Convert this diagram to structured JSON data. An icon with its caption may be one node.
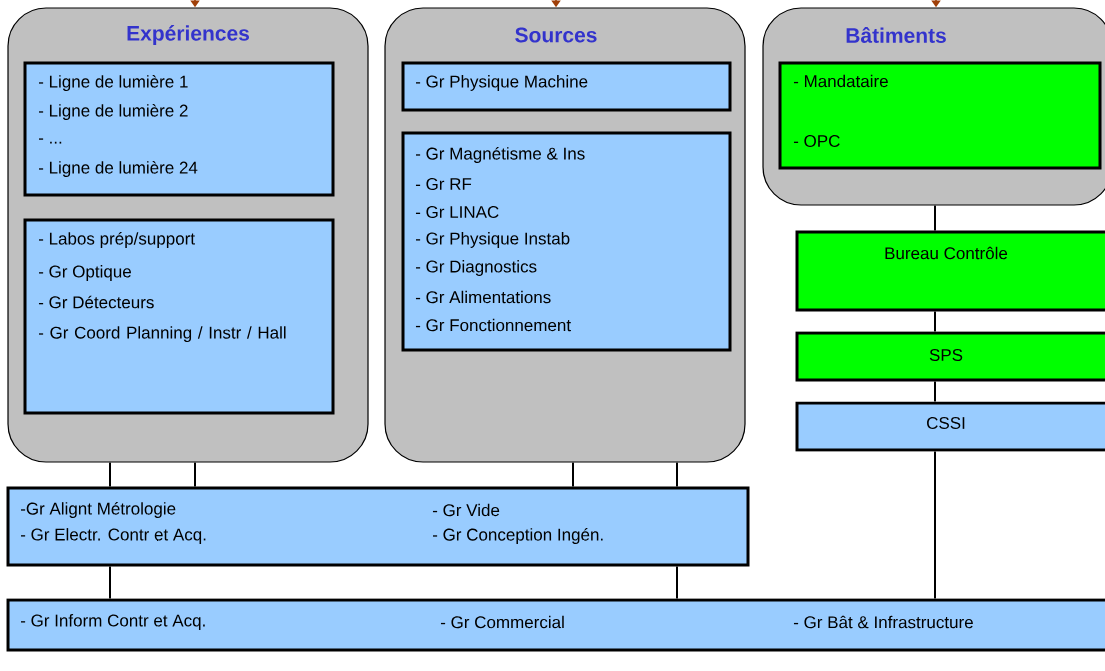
{
  "diagram": {
    "nodes": [
      {
        "text": [
          "Expériences"
        ]
      },
      {
        "text": [
          "- Ligne de lumière 1",
          "- Ligne de lumière 2",
          "- ...",
          "- Ligne de lumière 24"
        ],
        "in": 0
      },
      {
        "text": [
          "- Labos prép/support",
          "- Gr Optique",
          "- Gr Détecteurs",
          "- Gr Coord Planning / Instr / Hall"
        ],
        "in": 0
      },
      {
        "text": [
          "Sources"
        ]
      },
      {
        "text": [
          "- Gr Physique Machine"
        ],
        "in": 3
      },
      {
        "text": [
          "- Gr Magnétisme & Ins",
          "- Gr RF",
          "- Gr LINAC",
          "- Gr Physique Instab",
          "- Gr Diagnostics",
          "- Gr Alimentations",
          "- Gr Fonctionnement"
        ],
        "in": 3
      },
      {
        "text": [
          "Bâtiments"
        ]
      },
      {
        "text": [
          "- Mandataire",
          "- OPC"
        ],
        "in": 6
      },
      {
        "text": [
          "Bureau Contrôle"
        ]
      },
      {
        "text": [
          "SPS"
        ]
      },
      {
        "text": [
          "CSSI"
        ]
      },
      {
        "text": [
          "-Gr Alignt Métrologie",
          "- Gr Electr. Contr et Acq.",
          "- Gr Vide",
          "- Gr Conception Ingén."
        ]
      },
      {
        "text": [
          "- Gr Inform Contr et Acq.",
          "- Gr Commercial",
          "- Gr Bât & Infrastructure"
        ]
      }
    ],
    "edges": [
      {
        "from": null,
        "to": 0,
        "arrow": "to",
        "color": "#a0400a"
      },
      {
        "from": null,
        "to": 3,
        "arrow": "to",
        "color": "#a0400a"
      },
      {
        "from": null,
        "to": 6,
        "arrow": "to",
        "color": "#a0400a"
      },
      {
        "from": 6,
        "to": 8,
        "arrow": "none"
      },
      {
        "from": 8,
        "to": 9,
        "arrow": "none"
      },
      {
        "from": 9,
        "to": 10,
        "arrow": "none"
      },
      {
        "from": 10,
        "to": 12,
        "arrow": "none"
      },
      {
        "from": 0,
        "to": 11,
        "arrow": "none"
      },
      {
        "from": 0,
        "to": 11,
        "arrow": "none"
      },
      {
        "from": 3,
        "to": 11,
        "arrow": "none"
      },
      {
        "from": 3,
        "to": 11,
        "arrow": "none"
      },
      {
        "from": 11,
        "to": 12,
        "arrow": "none"
      },
      {
        "from": 11,
        "to": 12,
        "arrow": "none"
      }
    ]
  }
}
